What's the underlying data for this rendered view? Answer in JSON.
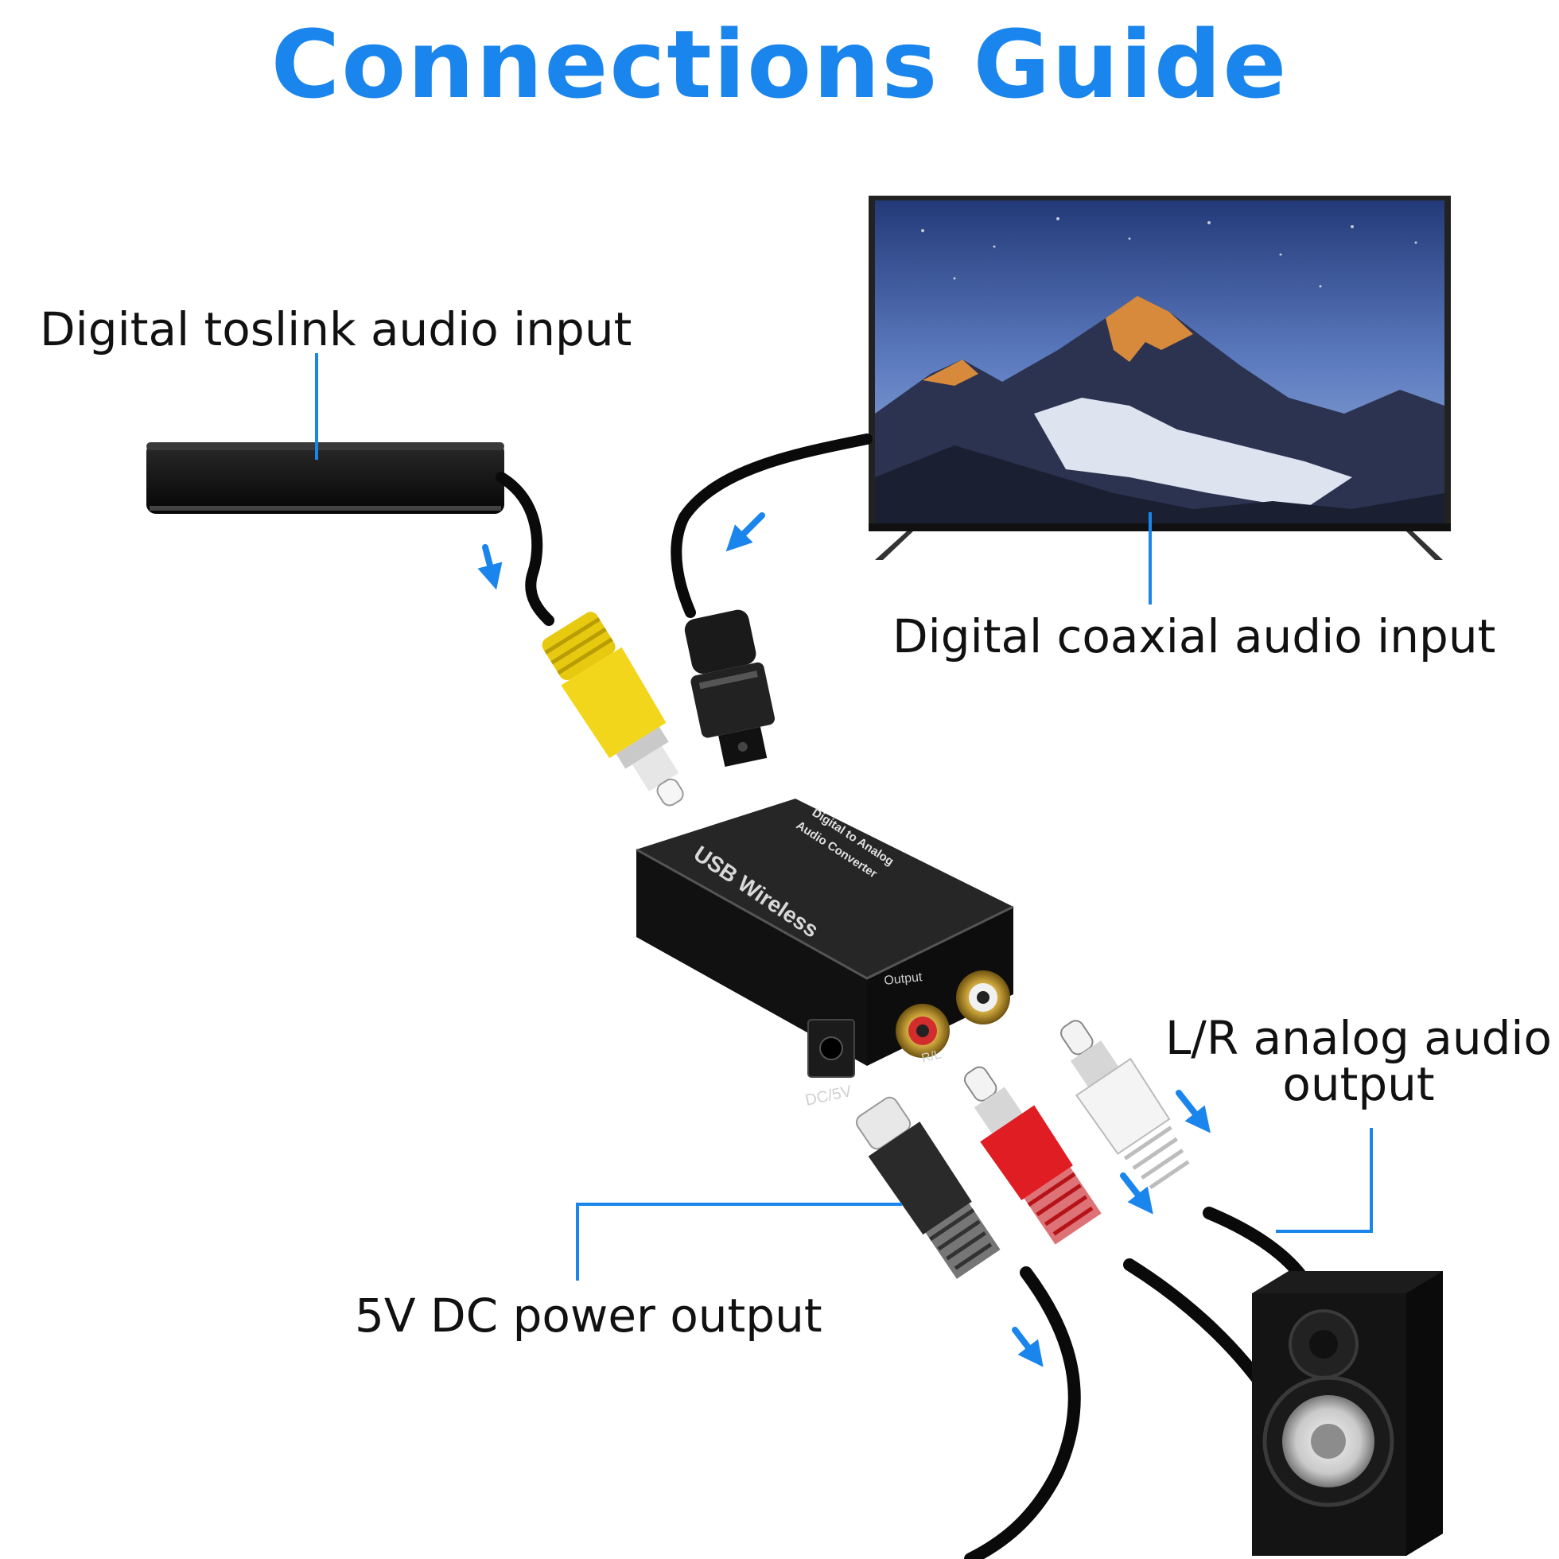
{
  "title": "Connections Guide",
  "colors": {
    "accent": "#1a85ec",
    "leader": "#1a85ec",
    "cable": "#0a0a0a"
  },
  "labels": {
    "toslink": "Digital toslink audio input",
    "coaxial": "Digital coaxial audio input",
    "lr_line1": "L/R analog audio",
    "lr_line2": "output",
    "power": "5V DC power output"
  },
  "device": {
    "top_line1": "Digital to Analog",
    "top_line2": "Audio Converter",
    "side": "USB Wireless",
    "output": "Output",
    "dc": "DC/5V",
    "rl": "R/L"
  },
  "icons": [
    "arrow-down-icon",
    "tv-icon",
    "speaker-icon",
    "streaming-box-icon"
  ]
}
